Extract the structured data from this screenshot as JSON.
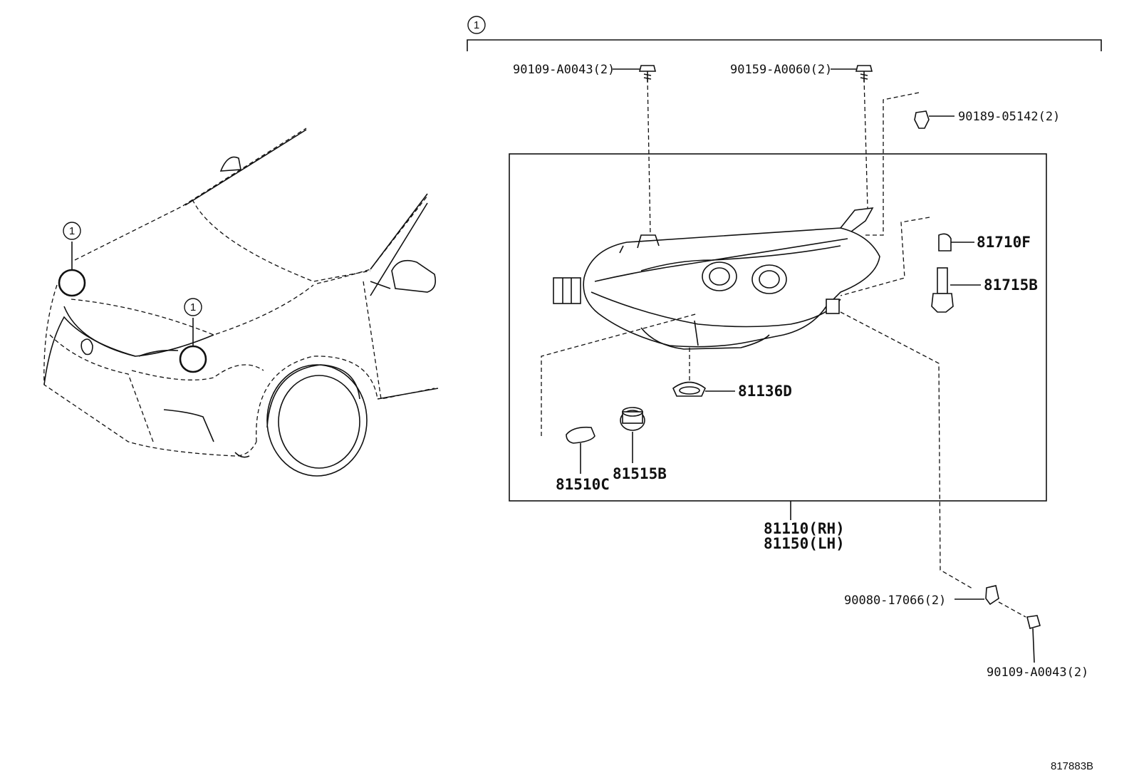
{
  "callout_ref": "1",
  "parts": {
    "screw_top_left": "90109-A0043(2)",
    "screw_top_mid": "90159-A0060(2)",
    "clip_top_right": "90189-05142(2)",
    "bulb_81710f": "81710F",
    "socket_81715b": "81715B",
    "cap_81136d": "81136D",
    "bulb_81510c": "81510C",
    "socket_81515b": "81515B",
    "headlamp_rh": "81110(RH)",
    "headlamp_lh": "81150(LH)",
    "nut_90080": "90080-17066(2)",
    "screw_bottom": "90109-A0043(2)"
  },
  "diagram_id": "817883B"
}
